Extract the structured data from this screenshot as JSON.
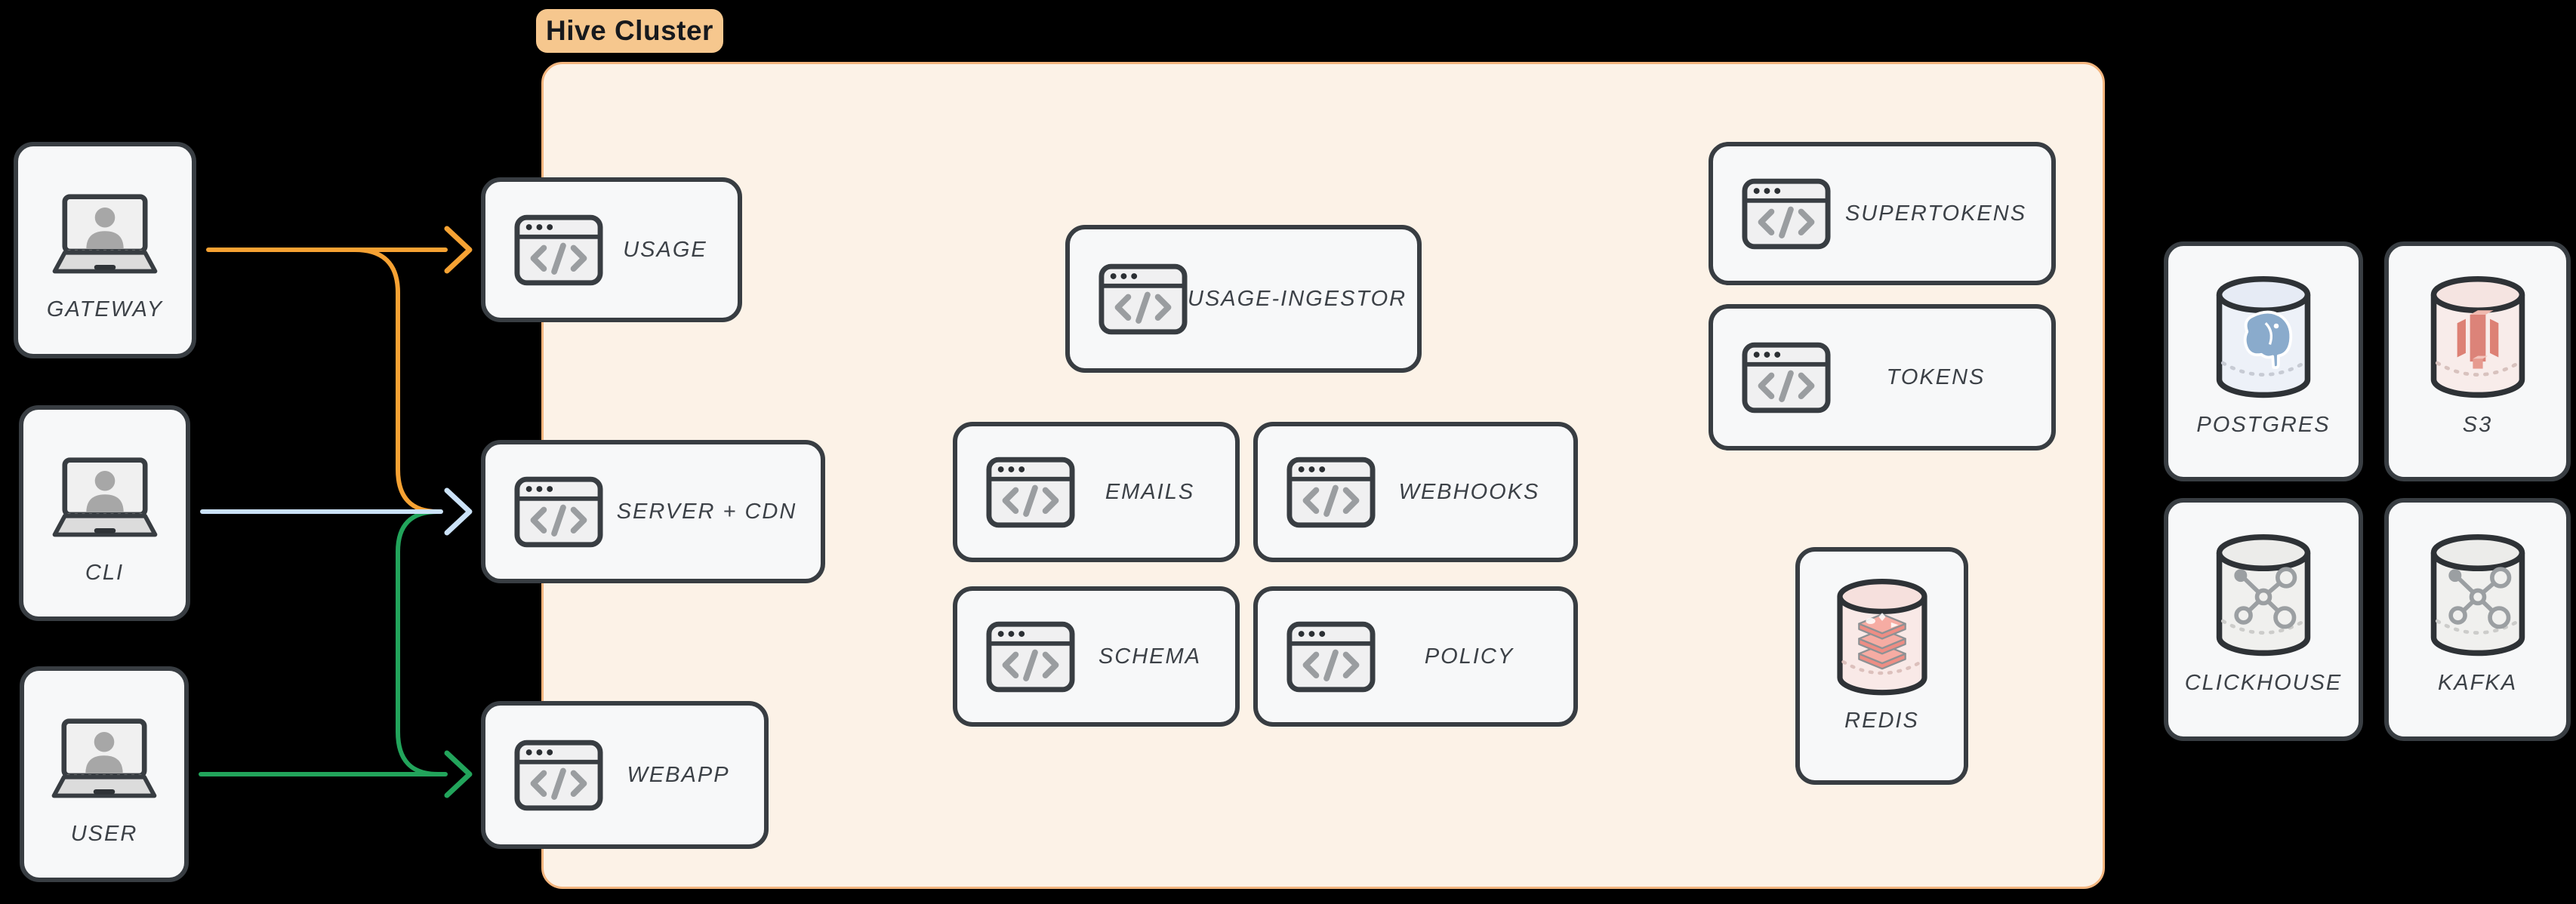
{
  "cluster": {
    "label": "Hive Cluster"
  },
  "clients": [
    {
      "id": "gateway",
      "label": "GATEWAY"
    },
    {
      "id": "cli",
      "label": "CLI"
    },
    {
      "id": "user",
      "label": "USER"
    }
  ],
  "services": [
    {
      "id": "usage",
      "label": "USAGE"
    },
    {
      "id": "server-cdn",
      "label": "SERVER + CDN"
    },
    {
      "id": "webapp",
      "label": "WEBAPP"
    },
    {
      "id": "usage-ingestor",
      "label": "USAGE-INGESTOR"
    },
    {
      "id": "emails",
      "label": "EMAILS"
    },
    {
      "id": "webhooks",
      "label": "WEBHOOKS"
    },
    {
      "id": "schema",
      "label": "SCHEMA"
    },
    {
      "id": "policy",
      "label": "POLICY"
    },
    {
      "id": "supertokens",
      "label": "SUPERTOKENS"
    },
    {
      "id": "tokens",
      "label": "TOKENS"
    }
  ],
  "cache": {
    "id": "redis",
    "label": "REDIS"
  },
  "databases": [
    {
      "id": "postgres",
      "label": "POSTGRES"
    },
    {
      "id": "s3",
      "label": "S3"
    },
    {
      "id": "clickhouse",
      "label": "CLICKHOUSE"
    },
    {
      "id": "kafka",
      "label": "KAFKA"
    }
  ],
  "edges": [
    {
      "from": "GATEWAY",
      "to": "USAGE",
      "color": "orange"
    },
    {
      "from": "GATEWAY",
      "to": "SERVER + CDN",
      "color": "orange"
    },
    {
      "from": "CLI",
      "to": "SERVER + CDN",
      "color": "blue"
    },
    {
      "from": "USER",
      "to": "WEBAPP",
      "color": "green"
    },
    {
      "from": "USER",
      "to": "SERVER + CDN",
      "color": "green"
    }
  ],
  "theme": {
    "canvas-bg": "#000000",
    "cluster-bg": "#FCF2E7",
    "cluster-border": "#F3B57E",
    "pill-bg": "#F6C78E",
    "pill-text": "#17191D",
    "node-bg": "#F7F8F9",
    "node-border": "#383D42",
    "label-color": "#3C4147",
    "edge-orange": "#F6A233",
    "edge-blue": "#CBE2F8",
    "edge-green": "#22A45B"
  }
}
